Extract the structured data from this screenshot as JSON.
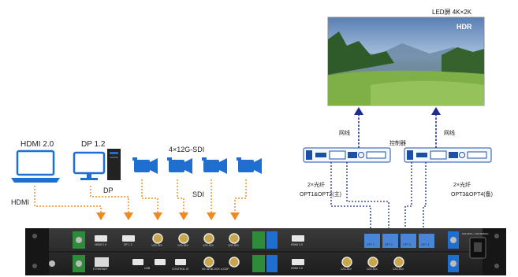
{
  "led_screen": {
    "title": "LED屏 4K×2K",
    "badge": "HDR"
  },
  "sources": {
    "hdmi_label": "HDMI 2.0",
    "dp_label": "DP 1.2",
    "sdi_group_label": "4×12G-SDI",
    "hdmi_cable": "HDMI",
    "dp_cable": "DP",
    "sdi_cable": "SDI"
  },
  "controllers": {
    "center_label": "控制器",
    "left_net": "网线",
    "right_net": "网线",
    "left_fiber": "2×光纤",
    "left_fiber_ports": "OPT1&OPT2(主)",
    "right_fiber": "2×光纤",
    "right_fiber_ports": "OPT3&OPT4(备)"
  },
  "panel": {
    "top_ports": [
      "HDMI 2.0",
      "DP 1.2",
      "12G-SDI",
      "12G-SDI",
      "12G-SDI",
      "12G-SDI"
    ],
    "bottom_ports": [
      "ETHERNET",
      "USB",
      "CONTROL IX",
      "IN• GENLOCK •LOOP"
    ],
    "output_hdmi_top": "HDMI 2.0",
    "output_hdmi_bottom": "HDMI 2.0",
    "output_sdi": [
      "12G-SDI",
      "12G-SDI",
      "12G-SDI"
    ],
    "opt_ports": [
      "OPT 1",
      "OPT 2",
      "OPT 3",
      "OPT 4"
    ],
    "power_label": "100-240V~ 2.5A 50/60Hz"
  },
  "colors": {
    "orange_cable": "#f08a1e",
    "blue_cable": "#1d2d8c",
    "device_blue": "#1f6fd1",
    "panel_dark": "#2a2a2a"
  }
}
